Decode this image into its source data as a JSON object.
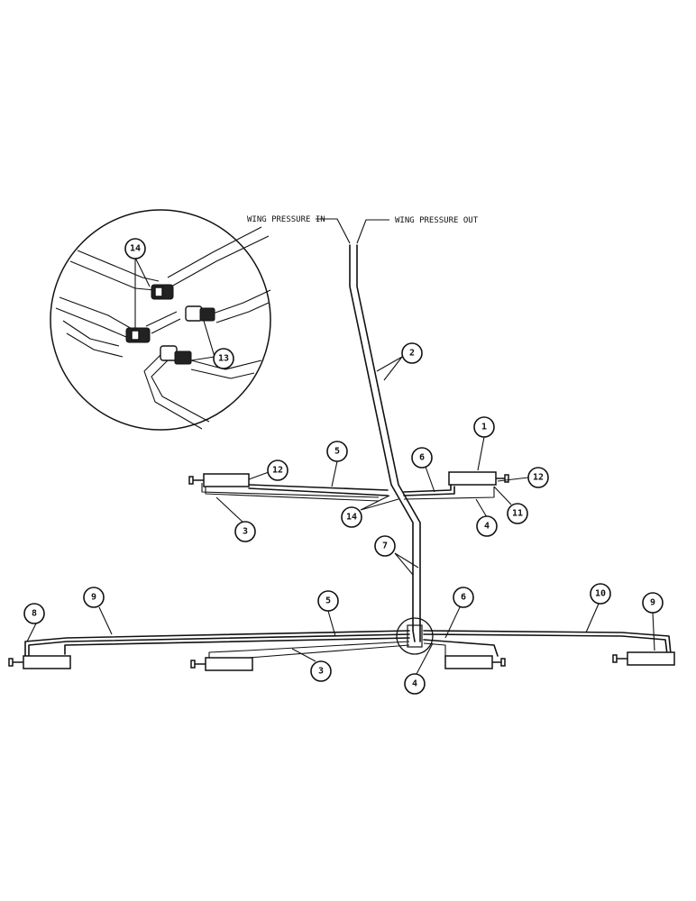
{
  "labels": {
    "wing_pressure_in": "WING PRESSURE IN",
    "wing_pressure_out": "WING PRESSURE OUT"
  },
  "callouts": {
    "c1": "1",
    "c2": "2",
    "c3_upper": "3",
    "c3_lower": "3",
    "c4_upper": "4",
    "c4_lower": "4",
    "c5_upper": "5",
    "c5_lower": "5",
    "c6_upper": "6",
    "c6_lower": "6",
    "c7": "7",
    "c8": "8",
    "c9_left": "9",
    "c9_right": "9",
    "c10": "10",
    "c11": "11",
    "c12_left": "12",
    "c12_right": "12",
    "c13": "13",
    "c14_detail": "14",
    "c14_main": "14"
  }
}
